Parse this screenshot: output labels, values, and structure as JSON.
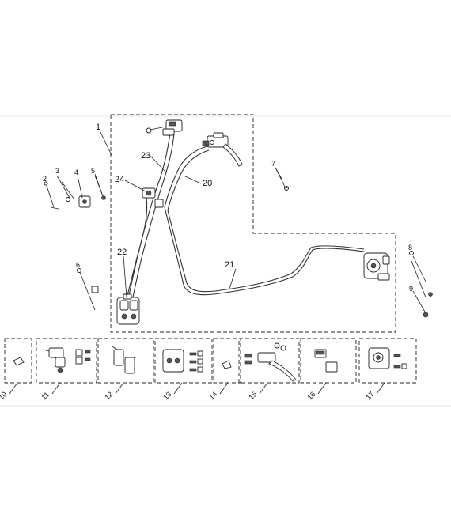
{
  "main_labels": {
    "p1": "1",
    "p2": "2",
    "p3": "3",
    "p4": "4",
    "p5": "5",
    "p6": "6",
    "p7": "7",
    "p8": "8",
    "p9": "9",
    "p20": "20",
    "p21": "21",
    "p22": "22",
    "p23": "23",
    "p24": "24"
  },
  "kit_labels": {
    "k10": "10",
    "k11": "11",
    "k12": "12",
    "k13": "13",
    "k14": "14",
    "k15": "15",
    "k16": "16",
    "k17": "17"
  }
}
